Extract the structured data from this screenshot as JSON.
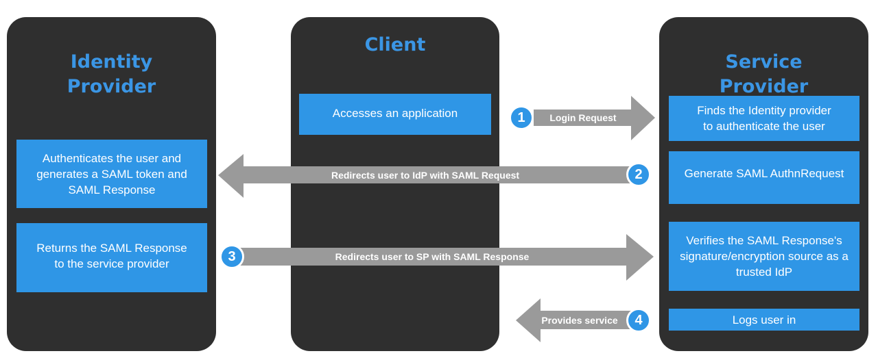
{
  "columns": {
    "idp": {
      "title": "Identity Provider"
    },
    "client": {
      "title": "Client"
    },
    "sp": {
      "title": "Service Provider"
    }
  },
  "boxes": {
    "client_access": "Accesses an application",
    "sp_find_idp": "Finds the Identity provider to authenticate the user",
    "sp_generate": "Generate SAML AuthnRequest",
    "idp_authenticate": "Authenticates the user and generates a SAML token and SAML Response",
    "idp_return": "Returns the SAML Response to the service provider",
    "sp_verify": "Verifies the SAML Response's signature/encryption source as a trusted IdP",
    "sp_login": "Logs user in"
  },
  "arrows": {
    "a1": {
      "number": "1",
      "label": "Login Request"
    },
    "a2": {
      "number": "2",
      "label": "Redirects user to IdP with SAML Request"
    },
    "a3": {
      "number": "3",
      "label": "Redirects user to SP with SAML Response"
    },
    "a4": {
      "number": "4",
      "label": "Provides service"
    }
  },
  "colors": {
    "column_bg": "#2f2f2f",
    "title": "#3b96e5",
    "box": "#2f96e6",
    "arrow": "#9a9a9a"
  }
}
